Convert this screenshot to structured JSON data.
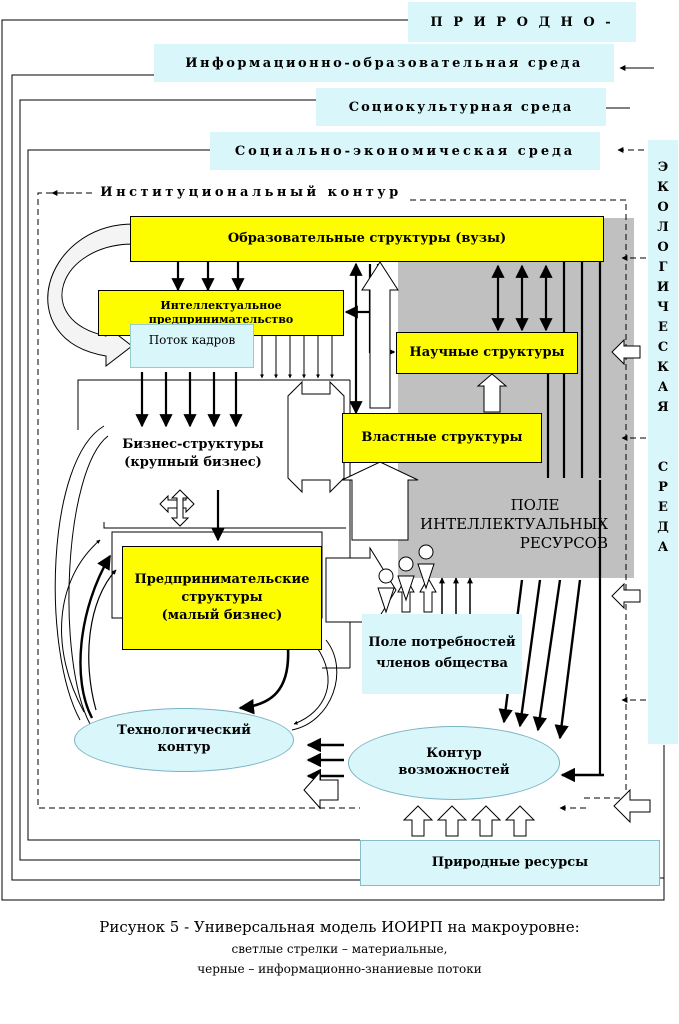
{
  "environments": {
    "natural": "П Р И Р О Д Н О -",
    "information_education": "Информационно-образовательная среда",
    "sociocultural": "Социокультурная среда",
    "socio_economic": "Социально-экономическая среда",
    "institutional": "Институциональный контур",
    "ecological_letters": [
      "Э",
      "К",
      "О",
      "Л",
      "О",
      "Г",
      "И",
      "Ч",
      "Е",
      "С",
      "К",
      "А",
      "Я",
      "",
      "С",
      "Р",
      "Е",
      "Д",
      "А"
    ]
  },
  "structures": {
    "education": "Образовательные структуры (вузы)",
    "intellectual_line1": "Интеллектуальное",
    "intellectual_line2": "предпринимательство",
    "personnel_flow": "Поток кадров",
    "science": "Научные структуры",
    "power": "Властные структуры",
    "business_line1": "Бизнес-структуры",
    "business_line2": "(крупный бизнес)",
    "small_line1": "Предпринимательские",
    "small_line2": "структуры",
    "small_line3": "(малый бизнес)",
    "field_line1": "ПОЛЕ",
    "field_line2": "ИНТЕЛЛЕКТУАЛЬНЫХ",
    "field_line3": "РЕСУРСОВ",
    "needs_line1": "Поле потребностей",
    "needs_line2": "членов общества",
    "tech_line1": "Технологический",
    "tech_line2": "контур",
    "opp_line1": "Контур",
    "opp_line2": "возможностей",
    "natural_resources": "Природные ресурсы"
  },
  "caption": {
    "title": "Рисунок 5 - Универсальная модель ИОИРП на макроуровне:",
    "line1": "светлые стрелки – материальные,",
    "line2": "черные – информационно-знаниевые потоки"
  }
}
